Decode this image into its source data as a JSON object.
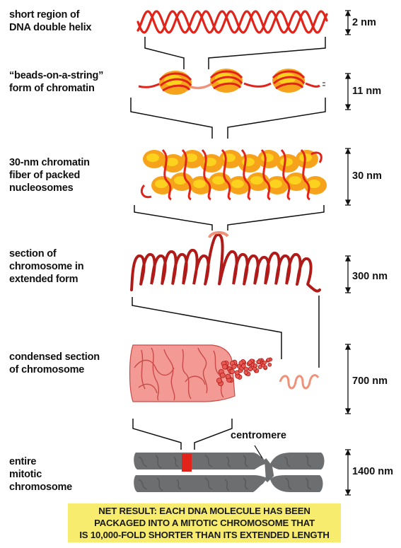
{
  "levels": [
    {
      "label": "short region of\nDNA double helix",
      "size": "2 nm"
    },
    {
      "label": "“beads-on-a-string”\nform of chromatin",
      "size": "11 nm"
    },
    {
      "label": "30-nm chromatin\nfiber of packed\nnucleosomes",
      "size": "30 nm"
    },
    {
      "label": "section of\nchromosome in\nextended form",
      "size": "300 nm"
    },
    {
      "label": "condensed section\nof chromosome",
      "size": "700 nm"
    },
    {
      "label": "entire\nmitotic\nchromosome",
      "size": "1400 nm"
    }
  ],
  "centromere_label": "centromere",
  "net_result": {
    "line1": "NET RESULT: EACH DNA MOLECULE HAS BEEN",
    "line2": "PACKAGED INTO A MITOTIC CHROMOSOME THAT",
    "line3": "IS 10,000-FOLD SHORTER THAN ITS EXTENDED LENGTH"
  },
  "colors": {
    "dna_red": "#e2231a",
    "histone_orange": "#f7a21b",
    "histone_yellow": "#fcd21e",
    "linker_salmon": "#f0917a",
    "condensed_pink": "#f29a93",
    "fiber_darkred": "#b01a18",
    "chromosome_gray": "#6d6e70",
    "centromere_red": "#e2231a",
    "result_yellow": "#f7ec6e"
  }
}
